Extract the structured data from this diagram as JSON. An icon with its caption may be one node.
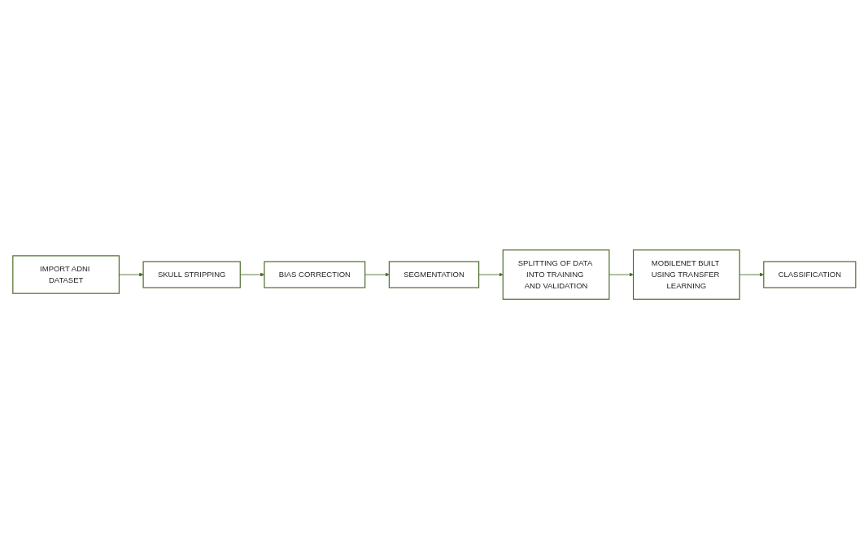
{
  "diagram": {
    "nodes": [
      {
        "text": [
          "IMPORT ADNI DATASET"
        ]
      },
      {
        "text": [
          "SKULL STRIPPING"
        ]
      },
      {
        "text": [
          "BIAS CORRECTION"
        ]
      },
      {
        "text": [
          "SEGMENTATION"
        ]
      },
      {
        "text": [
          "SPLITTING OF DATA INTO TRAINING AND VALIDATION"
        ]
      },
      {
        "text": [
          "MOBILENET BUILT USING TRANSFER LEARNING"
        ]
      },
      {
        "text": [
          "CLASSIFICATION"
        ]
      }
    ],
    "edges": [
      {
        "from": 0,
        "to": 1,
        "arrow": "to"
      },
      {
        "from": 1,
        "to": 2,
        "arrow": "to"
      },
      {
        "from": 2,
        "to": 3,
        "arrow": "to"
      },
      {
        "from": 3,
        "to": 4,
        "arrow": "to"
      },
      {
        "from": 4,
        "to": 5,
        "arrow": "to"
      },
      {
        "from": 5,
        "to": 6,
        "arrow": "to"
      }
    ]
  }
}
